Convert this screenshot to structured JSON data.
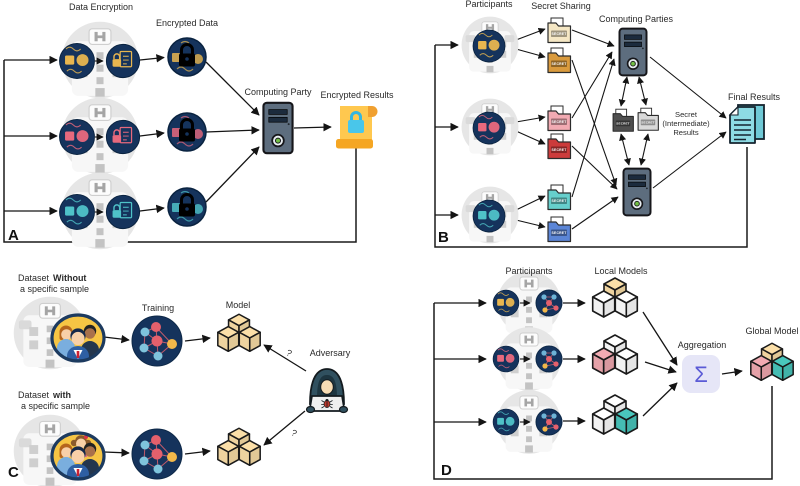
{
  "panel_a": {
    "label": "A",
    "data_encryption": "Data Encryption",
    "encrypted_data": "Encrypted Data",
    "computing_party": "Computing Party",
    "encrypted_results": "Encrypted Results"
  },
  "panel_b": {
    "label": "B",
    "participants": "Participants",
    "secret_sharing": "Secret Sharing",
    "computing_parties": "Computing Parties",
    "intermediate_line1": "Secret",
    "intermediate_line2": "(Intermediate)",
    "intermediate_line3": "Results",
    "final_results": "Final Results",
    "secret_badge": "SECRET"
  },
  "panel_c": {
    "label": "C",
    "dataset1_prefix": "Dataset",
    "dataset1_bold": "Without",
    "dataset1_line2": "a specific sample",
    "dataset2_prefix": "Dataset",
    "dataset2_bold": "with",
    "dataset2_line2": "a specific sample",
    "training": "Training",
    "model": "Model",
    "adversary": "Adversary",
    "question_mark": "?"
  },
  "panel_d": {
    "label": "D",
    "participants": "Participants",
    "local_models": "Local Models",
    "aggregation": "Aggregation",
    "global_model": "Global Model",
    "sigma": "Σ"
  },
  "icons": {
    "hospital_sign": "H"
  },
  "colors": {
    "navy_circle": "#15335c",
    "accent_yellow": "#e8b64f",
    "accent_red": "#e8697d",
    "accent_teal": "#4fc2c8",
    "cube_tan": "#fbdfa8",
    "cube_pink": "#f2aab2",
    "cube_teal": "#49c7bd",
    "scroll_yellow": "#ffc84f",
    "lock_blue": "#49c6ea",
    "docs_teal": "#8edbe4",
    "aggregation_bg": "#e6e6f7",
    "sigma_purple": "#5b5bd6",
    "folder_colors": [
      "#f5e7c4",
      "#d99a3d",
      "#f2aab2",
      "#cc3b3b",
      "#66cfcc",
      "#5b85d6",
      "#4f4f4f",
      "#d9d9d9"
    ]
  }
}
